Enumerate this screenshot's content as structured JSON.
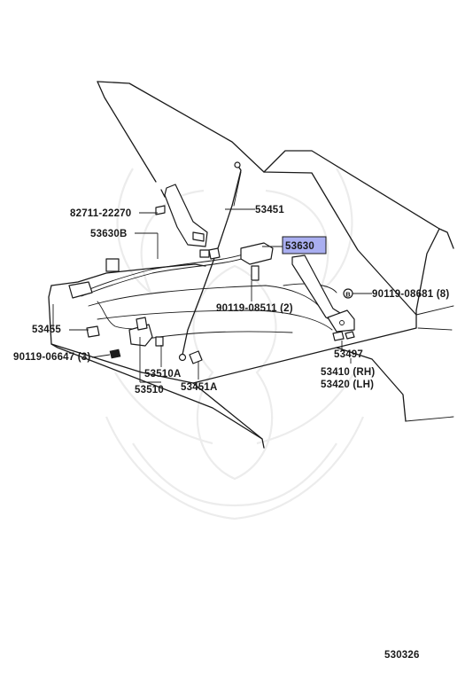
{
  "diagram": {
    "drawing_number": "530326",
    "parts": [
      {
        "id": "82711-22270",
        "label": "82711-22270"
      },
      {
        "id": "53630B",
        "label": "53630B"
      },
      {
        "id": "53451",
        "label": "53451"
      },
      {
        "id": "53630",
        "label": "53630",
        "highlighted": true
      },
      {
        "id": "90119-08681",
        "label": "90119-08681 (8)",
        "marker": "B"
      },
      {
        "id": "90119-08511",
        "label": "90119-08511 (2)"
      },
      {
        "id": "53455",
        "label": "53455"
      },
      {
        "id": "90119-06647",
        "label": "90119-06647 (3)"
      },
      {
        "id": "53497",
        "label": "53497"
      },
      {
        "id": "53510A",
        "label": "53510A"
      },
      {
        "id": "53510",
        "label": "53510"
      },
      {
        "id": "53451A",
        "label": "53451A"
      },
      {
        "id": "53410",
        "label": "53410 (RH)"
      },
      {
        "id": "53420",
        "label": "53420 (LH)"
      }
    ],
    "colors": {
      "line": "#1a1a1a",
      "highlight": "#a9aef0",
      "watermark": "#ececec"
    }
  }
}
